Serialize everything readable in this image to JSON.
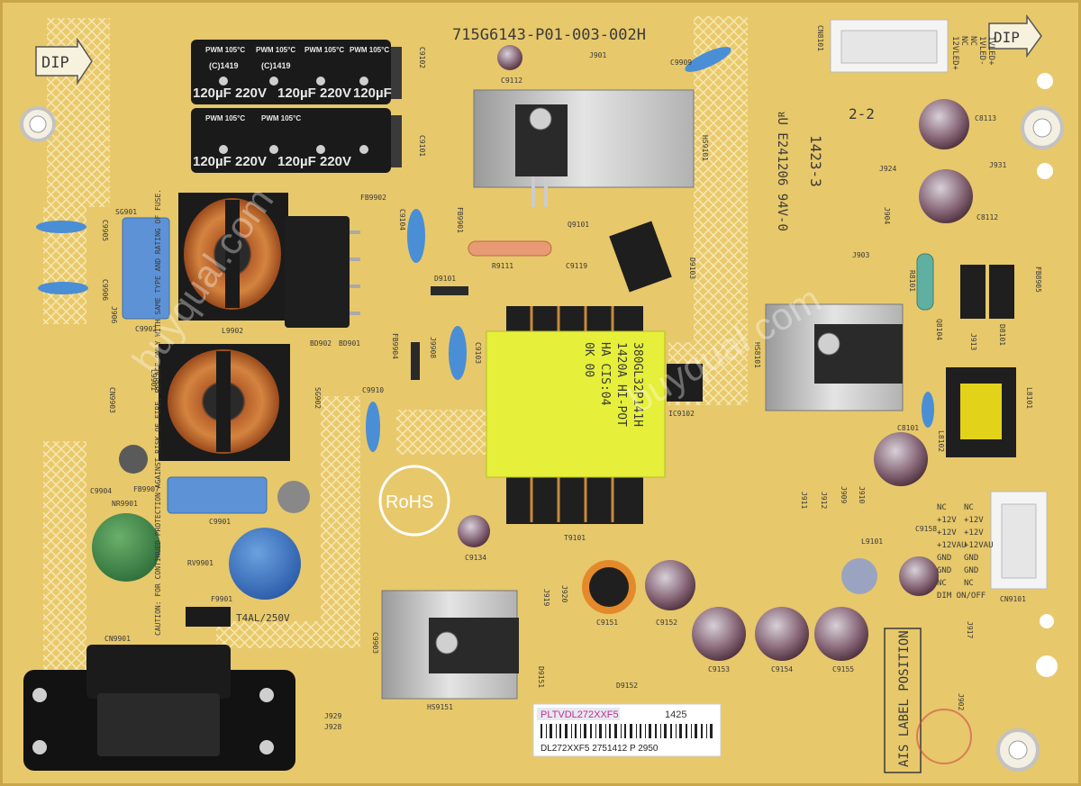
{
  "board": {
    "part_number": "715G6143-P01-003-002H",
    "dip_left": "DIP",
    "dip_right": "DIP",
    "rohs": "RoHS",
    "section": "2-2",
    "watermark": "buyqual.com",
    "ul_text": "ᴚU E241206 94V-0",
    "date_code": "1423-3",
    "ais_label": "AIS LABEL POSITION",
    "fuse_rating": "T4AL/250V",
    "caution": "CAUTION: FOR CONTINUED PROTECTION AGAINST RISK OF FIRE, REPLACE ONLY WITH SAME TYPE AND RATING OF FUSE."
  },
  "bulk_caps": {
    "top": [
      "PWM 105°C",
      "PWM 105°C",
      "PWM 105°C",
      "PWM 105°C"
    ],
    "ratings": [
      "120µF 220V",
      "120µF 220V",
      "120µF"
    ],
    "code": "(C)1419"
  },
  "transformer": {
    "lines": [
      "380GL32P141H",
      "1420A HI-POT",
      "HA CIS:04",
      "0K  00"
    ]
  },
  "sticker": {
    "model": "PLTVDL272XXF5",
    "code": "1425",
    "barcode_text": "DL272XXF5 2751412 P 2950"
  },
  "labels": {
    "cn9101_pins": [
      "NC",
      "+12V",
      "+12V",
      "+12VAU",
      "GND",
      "GND",
      "NC",
      "DIM ON/OFF"
    ],
    "cn9101_pins_b": [
      "NC",
      "+12V",
      "+12V",
      "+12VAU",
      "GND",
      "GND",
      "NC"
    ],
    "cn8101_pins": [
      "12VLED+",
      "NC",
      "NC",
      "1VLED-",
      "1VLED+"
    ],
    "refs": [
      "C9102",
      "C9101",
      "J901",
      "C9112",
      "C9909",
      "CN8101",
      "HS9101",
      "Q9101",
      "R9111",
      "C9119",
      "D9103",
      "C8113",
      "J931",
      "C8112",
      "J924",
      "J904",
      "J903",
      "R8101",
      "FB8905",
      "D8101",
      "HS8101",
      "Q8104",
      "J913",
      "C8101",
      "IC9102",
      "FB9901",
      "D9101",
      "FB9904",
      "J9908",
      "C9103",
      "SG901",
      "C9905",
      "C9906",
      "J906",
      "C9902",
      "L9902",
      "BD902",
      "BD901",
      "FB9902",
      "C9104",
      "CN9903",
      "L9901",
      "SG902",
      "C9910",
      "C9904",
      "FB9907",
      "NR9901",
      "RV9901",
      "C9901",
      "F9901",
      "CN9901",
      "T9101",
      "C9134",
      "C9151",
      "C9152",
      "C9153",
      "C9154",
      "C9155",
      "J919",
      "J920",
      "J917",
      "L8101",
      "L8102",
      "C9158",
      "CN9101",
      "J911",
      "J912",
      "J909",
      "J910",
      "HS9151",
      "D9151",
      "D9152",
      "C9903",
      "J929",
      "J928",
      "J902",
      "L9101"
    ]
  }
}
